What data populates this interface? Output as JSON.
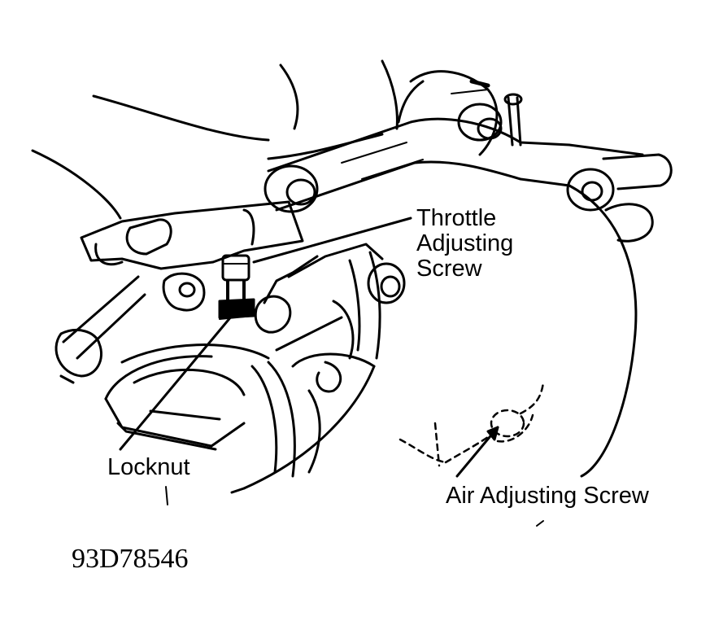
{
  "labels": {
    "throttle_line1": "Throttle",
    "throttle_line2": "Adjusting",
    "throttle_line3": "Screw",
    "locknut": "Locknut",
    "air_screw": "Air Adjusting Screw"
  },
  "figure_code": "93D78546",
  "colors": {
    "ink": "#000000",
    "paper": "#ffffff"
  }
}
